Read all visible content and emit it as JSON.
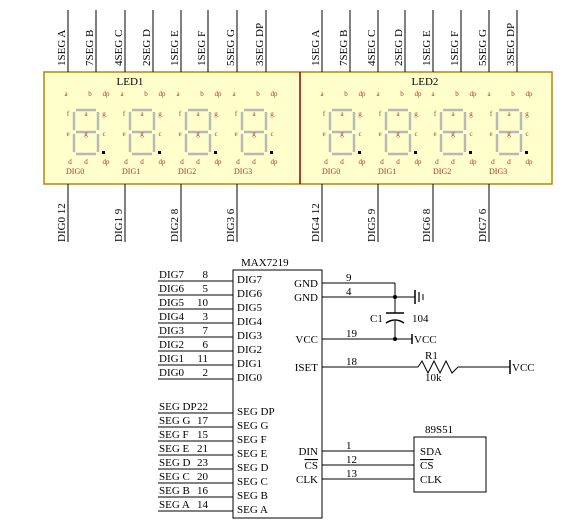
{
  "led_modules": [
    {
      "label": "LED1",
      "pins_top": [
        "1SEG A",
        "7SEG B",
        "4SEG C",
        "2SEG D",
        "1SEG E",
        "1SEG F",
        "5SEG G",
        "3SEG DP"
      ],
      "pins_bottom": [
        "DIG0 12",
        "DIG1 9",
        "DIG2 8",
        "DIG3 6"
      ],
      "digit_labels": [
        "DIG0",
        "DIG1",
        "DIG2",
        "DIG3"
      ]
    },
    {
      "label": "LED2",
      "pins_top": [
        "1SEG A",
        "7SEG B",
        "4SEG C",
        "2SEG D",
        "1SEG E",
        "1SEG F",
        "5SEG G",
        "3SEG DP"
      ],
      "pins_bottom": [
        "DIG4 12",
        "DIG5 9",
        "DIG6 8",
        "DIG7 6"
      ],
      "digit_labels": [
        "DIG0",
        "DIG1",
        "DIG2",
        "DIG3"
      ]
    }
  ],
  "segment_letters": {
    "a": "a",
    "b": "b",
    "c": "c",
    "d": "d",
    "e": "e",
    "f": "f",
    "g": "g",
    "dp": "dp"
  },
  "max7219": {
    "title": "MAX7219",
    "left_pins": [
      {
        "net": "DIG7",
        "pin": "8",
        "name": "DIG7"
      },
      {
        "net": "DIG6",
        "pin": "5",
        "name": "DIG6"
      },
      {
        "net": "DIG5",
        "pin": "10",
        "name": "DIG5"
      },
      {
        "net": "DIG4",
        "pin": "3",
        "name": "DIG4"
      },
      {
        "net": "DIG3",
        "pin": "7",
        "name": "DIG3"
      },
      {
        "net": "DIG2",
        "pin": "6",
        "name": "DIG2"
      },
      {
        "net": "DIG1",
        "pin": "11",
        "name": "DIG1"
      },
      {
        "net": "DIG0",
        "pin": "2",
        "name": "DIG0"
      },
      {
        "net": "SEG DP",
        "pin": "22",
        "name": "SEG DP"
      },
      {
        "net": "SEG G",
        "pin": "17",
        "name": "SEG G"
      },
      {
        "net": "SEG F",
        "pin": "15",
        "name": "SEG F"
      },
      {
        "net": "SEG E",
        "pin": "21",
        "name": "SEG E"
      },
      {
        "net": "SEG D",
        "pin": "23",
        "name": "SEG D"
      },
      {
        "net": "SEG C",
        "pin": "20",
        "name": "SEG C"
      },
      {
        "net": "SEG B",
        "pin": "16",
        "name": "SEG B"
      },
      {
        "net": "SEG A",
        "pin": "14",
        "name": "SEG A"
      }
    ],
    "right_pins": [
      {
        "name": "GND",
        "pin": "9"
      },
      {
        "name": "GND",
        "pin": "4"
      },
      {
        "name": "VCC",
        "pin": "19"
      },
      {
        "name": "ISET",
        "pin": "18"
      },
      {
        "name": "DIN",
        "pin": "1"
      },
      {
        "name": "CS",
        "pin": "12"
      },
      {
        "name": "CLK",
        "pin": "13"
      }
    ]
  },
  "capacitor": {
    "ref": "C1",
    "value": "104",
    "net": "VCC"
  },
  "resistor": {
    "ref": "R1",
    "value": "10k",
    "net": "VCC"
  },
  "mcu": {
    "title": "89S51",
    "pins": [
      "SDA",
      "CS",
      "CLK"
    ]
  },
  "colors": {
    "led_body": "#ffffcc",
    "led_border": "#b8860b",
    "led_divider": "#8b0000",
    "segment_red": "#b03030",
    "wire": "#000000"
  }
}
